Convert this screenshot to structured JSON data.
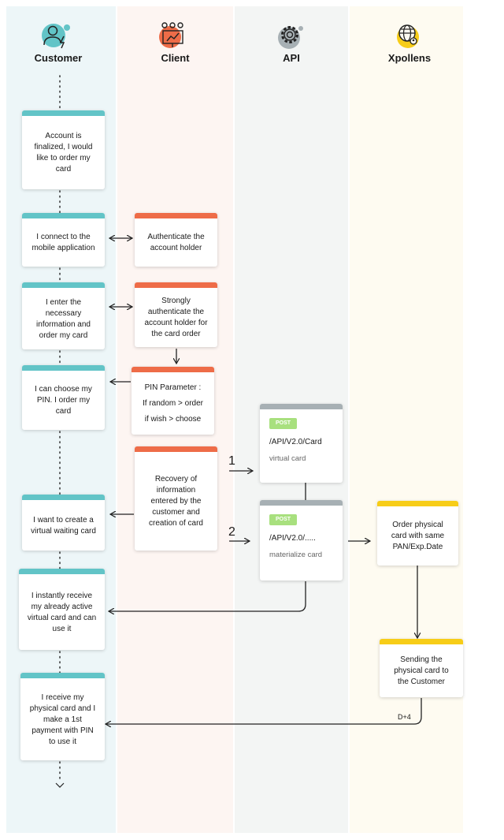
{
  "lanes": [
    {
      "name": "Customer",
      "color": "#edf6f8",
      "icon": "customer-icon"
    },
    {
      "name": "Client",
      "color": "#fdf5f2",
      "icon": "client-team-icon"
    },
    {
      "name": "API",
      "color": "#f3f5f4",
      "icon": "gear-icon"
    },
    {
      "name": "Xpollens",
      "color": "#fefbf1",
      "icon": "globe-icon"
    }
  ],
  "customer": {
    "finalize": "Account is finalized, I would like to order my card",
    "connect": "I connect to the mobile application",
    "enter_info": "I enter the necessary information and order my card",
    "choose_pin": "I can choose my PIN. I order my card",
    "virtual_waiting": "I want to create a virtual waiting card",
    "receive_virtual": "I instantly receive my already active virtual card and can use it",
    "receive_physical": "I receive my physical card and I make a 1st payment with PIN to use it"
  },
  "client": {
    "authenticate": "Authenticate the account holder",
    "strong_auth": "Strongly authenticate the account holder for the card order",
    "pin_title": "PIN Parameter :",
    "pin_random": "If random > order",
    "pin_wish": "if wish > choose",
    "recovery": "Recovery of information entered by the customer and creation of card"
  },
  "api": {
    "card1": {
      "badge": "POST",
      "path": "/API/V2.0/Card",
      "desc": "virtual card"
    },
    "card2": {
      "badge": "POST",
      "path": "/API/V2.0/.....",
      "desc": "materialize card"
    }
  },
  "xpollens": {
    "order": "Order physical card with same PAN/Exp.Date",
    "sending": "Sending the physical card to the Customer"
  },
  "annotations": {
    "step1": "1",
    "step2": "2",
    "delay": "D+4"
  }
}
